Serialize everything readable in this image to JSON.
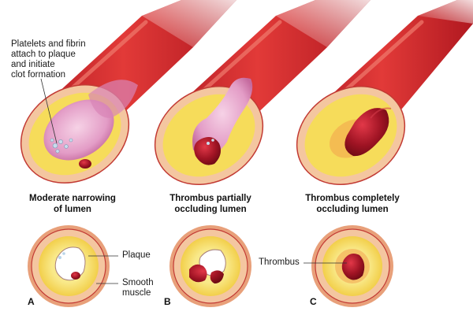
{
  "panels": [
    {
      "letter": "A",
      "caption_line1": "Moderate narrowing",
      "caption_line2": "of lumen"
    },
    {
      "letter": "B",
      "caption_line1": "Thrombus partially",
      "caption_line2": "occluding lumen"
    },
    {
      "letter": "C",
      "caption_line1": "Thrombus completely",
      "caption_line2": "occluding lumen"
    }
  ],
  "annotations": {
    "platelets_line1": "Platelets and fibrin",
    "platelets_line2": "attach to plaque",
    "platelets_line3": "and initiate",
    "platelets_line4": "clot formation",
    "plaque": "Plaque",
    "smooth_muscle_line1": "Smooth",
    "smooth_muscle_line2": "muscle",
    "thrombus": "Thrombus"
  },
  "colors": {
    "artery_wall": "#d9282e",
    "artery_dark": "#a51a22",
    "artery_highlight": "#f07a6e",
    "muscle_layer": "#f4c6a0",
    "intima_yellow": "#f6dc5a",
    "lumen_pink": "#e7a9cd",
    "lumen_deep": "#c56a9e",
    "thrombus": "#9c1020",
    "platelet": "#b8d4e8"
  }
}
